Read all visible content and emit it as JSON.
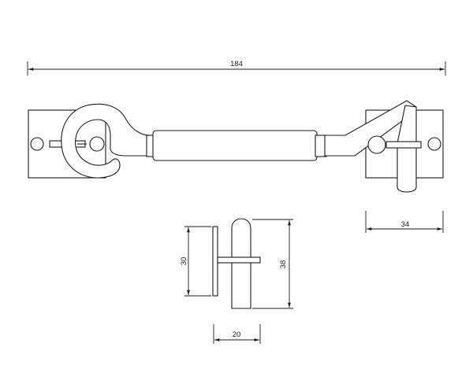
{
  "drawing": {
    "dimensions": {
      "overall_length": "184",
      "plate_width": "34",
      "plate_height": "30",
      "hook_height": "38",
      "side_depth": "20"
    }
  }
}
